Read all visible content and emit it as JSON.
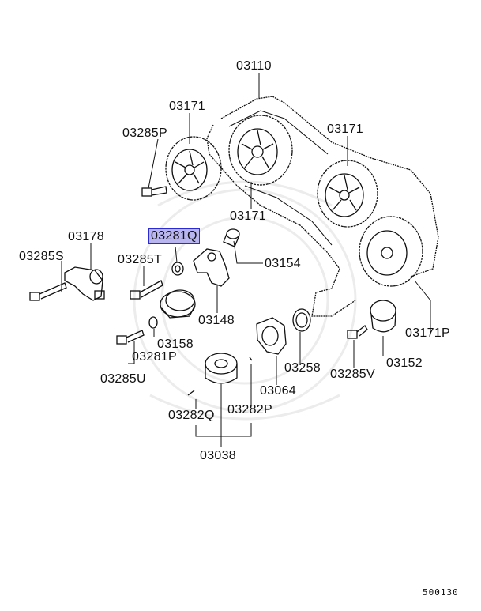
{
  "labels": {
    "p03110": "03110",
    "p03171_a": "03171",
    "p03171_b": "03171",
    "p03171_c": "03171",
    "p03171P": "03171P",
    "p03285P": "03285P",
    "p03178": "03178",
    "p03285S": "03285S",
    "p03281Q": "03281Q",
    "p03285T": "03285T",
    "p03154": "03154",
    "p03148": "03148",
    "p03158": "03158",
    "p03281P": "03281P",
    "p03285U": "03285U",
    "p03258": "03258",
    "p03285V": "03285V",
    "p03152": "03152",
    "p03064": "03064",
    "p03282Q": "03282Q",
    "p03282P": "03282P",
    "p03038": "03038"
  },
  "highlighted_part": "03281Q",
  "diagram_code": "500130",
  "colors": {
    "highlight_fill": "#b8b5f0",
    "highlight_border": "#2b2bd6",
    "ink": "#111111"
  }
}
